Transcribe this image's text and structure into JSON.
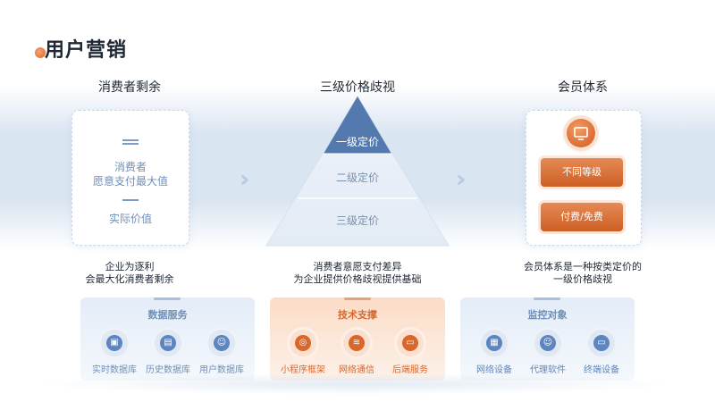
{
  "title": "用户营销",
  "columns": {
    "left": "消费者剩余",
    "middle": "三级价格歧视",
    "right": "会员体系"
  },
  "left_box": {
    "line1": "消费者",
    "line2": "愿意支付最大值",
    "bottom": "实际价值"
  },
  "pyramid": {
    "top": "一级定价",
    "mid": "二级定价",
    "bottom": "三级定价"
  },
  "right_box": {
    "icon": "monitor-icon",
    "btn1": "不同等级",
    "btn2": "付费/免费"
  },
  "captions": {
    "left1": "企业为逐利",
    "left2": "会最大化消费者剩余",
    "mid1": "消费者意愿支付差异",
    "mid2": "为企业提供价格歧视提供基础",
    "right1": "会员体系是一种按类定价的",
    "right2": "一级价格歧视"
  },
  "panels": {
    "data": {
      "title": "数据服务",
      "items": [
        "实时数据库",
        "历史数据库",
        "用户数据库"
      ],
      "icons": [
        "image-icon",
        "document-icon",
        "user-icon"
      ]
    },
    "tech": {
      "title": "技术支撑",
      "items": [
        "小程序框架",
        "网络通信",
        "后端服务"
      ],
      "icons": [
        "target-icon",
        "wifi-icon",
        "monitor-icon"
      ]
    },
    "monitor": {
      "title": "监控对象",
      "items": [
        "网络设备",
        "代理软件",
        "终端设备"
      ],
      "icons": [
        "devices-icon",
        "user-icon",
        "terminal-icon"
      ]
    }
  },
  "colors": {
    "accent_orange": "#d9672b",
    "accent_blue": "#5d86c0",
    "text_dark": "#1f2733"
  }
}
